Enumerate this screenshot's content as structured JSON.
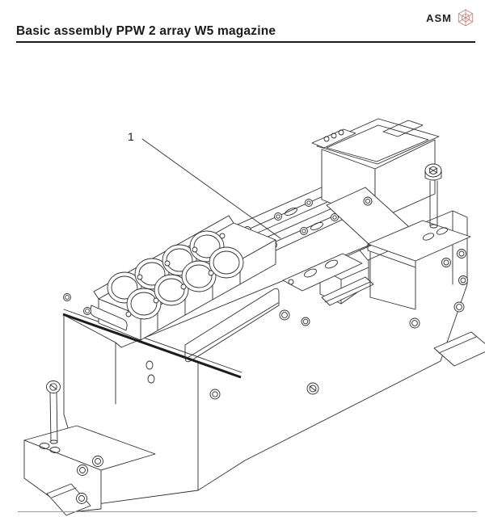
{
  "header": {
    "title": "Basic assembly PPW 2 array W5 magazine",
    "logo_text": "ASM"
  },
  "figure": {
    "callout_label": "1",
    "description": "Isometric technical line drawing of the PPW 2 array W5 magazine basic assembly with callout 1 pointing to the magazine deck"
  },
  "colors": {
    "text": "#1a1a1a",
    "title_rule": "#1a1a1a",
    "footer_rule": "#9a9a9a",
    "logo_accent": "#c4867c",
    "drawing_line": "#2f2f2f"
  }
}
